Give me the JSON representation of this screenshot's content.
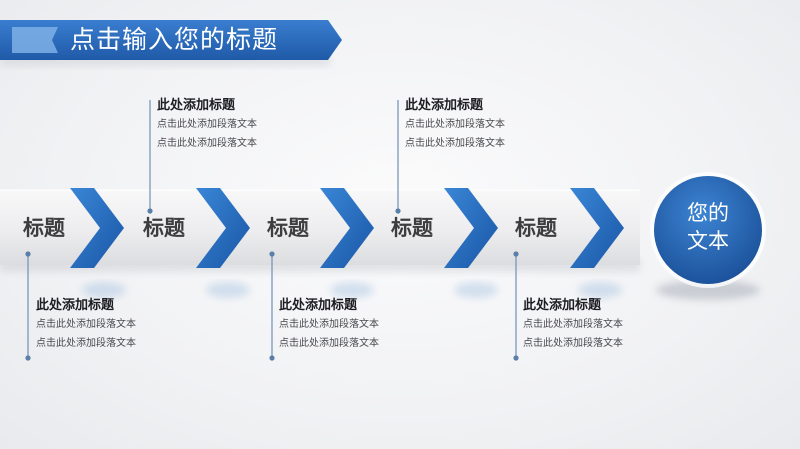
{
  "title": "点击输入您的标题",
  "steps": [
    {
      "label": "标题"
    },
    {
      "label": "标题"
    },
    {
      "label": "标题"
    },
    {
      "label": "标题"
    },
    {
      "label": "标题"
    }
  ],
  "callouts_top": [
    {
      "title": "此处添加标题",
      "line1": "点击此处添加段落文本",
      "line2": "点击此处添加段落文本"
    },
    {
      "title": "此处添加标题",
      "line1": "点击此处添加段落文本",
      "line2": "点击此处添加段落文本"
    }
  ],
  "callouts_bottom": [
    {
      "title": "此处添加标题",
      "line1": "点击此处添加段落文本",
      "line2": "点击此处添加段落文本"
    },
    {
      "title": "此处添加标题",
      "line1": "点击此处添加段落文本",
      "line2": "点击此处添加段落文本"
    },
    {
      "title": "此处添加标题",
      "line1": "点击此处添加段落文本",
      "line2": "点击此处添加段落文本"
    }
  ],
  "end_circle": {
    "line1": "您的",
    "line2": "文本"
  },
  "colors": {
    "accent": "#1f5fb0",
    "accent_light": "#3d82d0",
    "banner": "#2d6fc1",
    "connector": "#5a7fa8"
  }
}
